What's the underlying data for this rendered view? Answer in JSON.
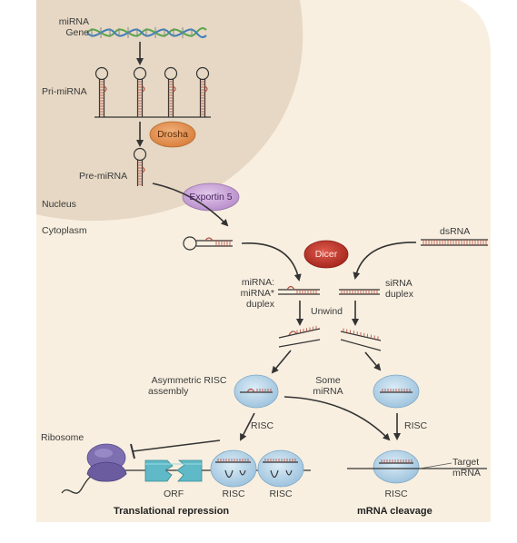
{
  "labels": {
    "mirna_gene_line1": "miRNA",
    "mirna_gene_line2": "Gene",
    "pri_mirna": "Pri-miRNA",
    "drosha": "Drosha",
    "pre_mirna": "Pre-miRNA",
    "nucleus": "Nucleus",
    "exportin": "Exportin 5",
    "cytoplasm": "Cytoplasm",
    "dsrna": "dsRNA",
    "dicer": "Dicer",
    "mirna_duplex_line1": "miRNA:",
    "mirna_duplex_line2": "miRNA*",
    "mirna_duplex_line3": "duplex",
    "sirna_duplex_line1": "siRNA",
    "sirna_duplex_line2": "duplex",
    "unwind": "Unwind",
    "asym_line1": "Asymmetric RISC",
    "asym_line2": "assembly",
    "some_line1": "Some",
    "some_line2": "miRNA",
    "risc_left_arrow": "RISC",
    "risc_right_arrow": "RISC",
    "ribosome": "Ribosome",
    "orf": "ORF",
    "risc_bottom_1": "RISC",
    "risc_bottom_2": "RISC",
    "risc_bottom_3": "RISC",
    "target_line1": "Target",
    "target_line2": "mRNA",
    "translational_repression": "Translational repression",
    "mrna_cleavage": "mRNA cleavage"
  },
  "colors": {
    "cytoplasm_bg": "#f8efe0",
    "nucleus_bg": "#e6d8c4",
    "drosha": "#e39656",
    "exportin": "#c9a6d6",
    "dicer": "#c43a2e",
    "risc": "#b9d6ea",
    "ribosome": "#7d6fb0",
    "orf": "#5fb9c6",
    "rna_red": "#b04a3a",
    "rna_line": "#333333"
  }
}
